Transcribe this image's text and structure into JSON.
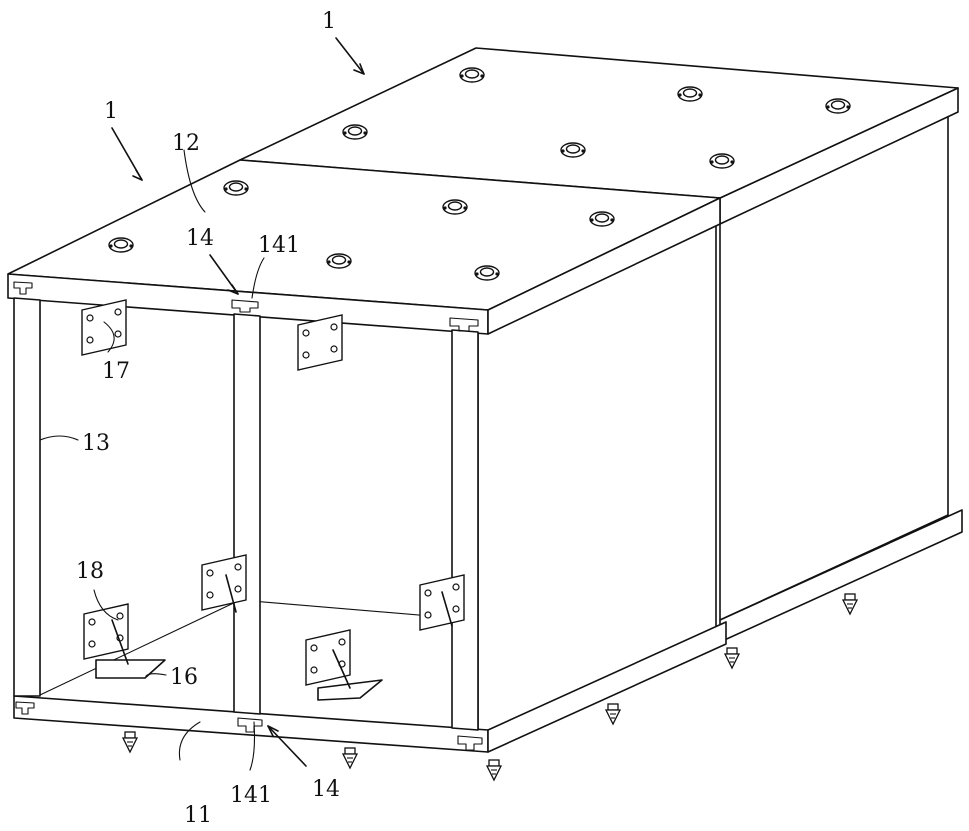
{
  "labels": {
    "unit_top": "1",
    "unit_left": "1",
    "top_plate": "12",
    "connector_top": "14",
    "slot_top": "141",
    "column": "13",
    "upper_bracket": "17",
    "lower_bracket": "18",
    "base_plate_bracket": "16",
    "bottom_plate": "11",
    "slot_bottom": "141",
    "connector_bottom": "14"
  },
  "icons": {
    "bolt": "bolt-icon",
    "anchor": "ground-anchor-icon",
    "bracket": "angle-bracket-icon"
  }
}
